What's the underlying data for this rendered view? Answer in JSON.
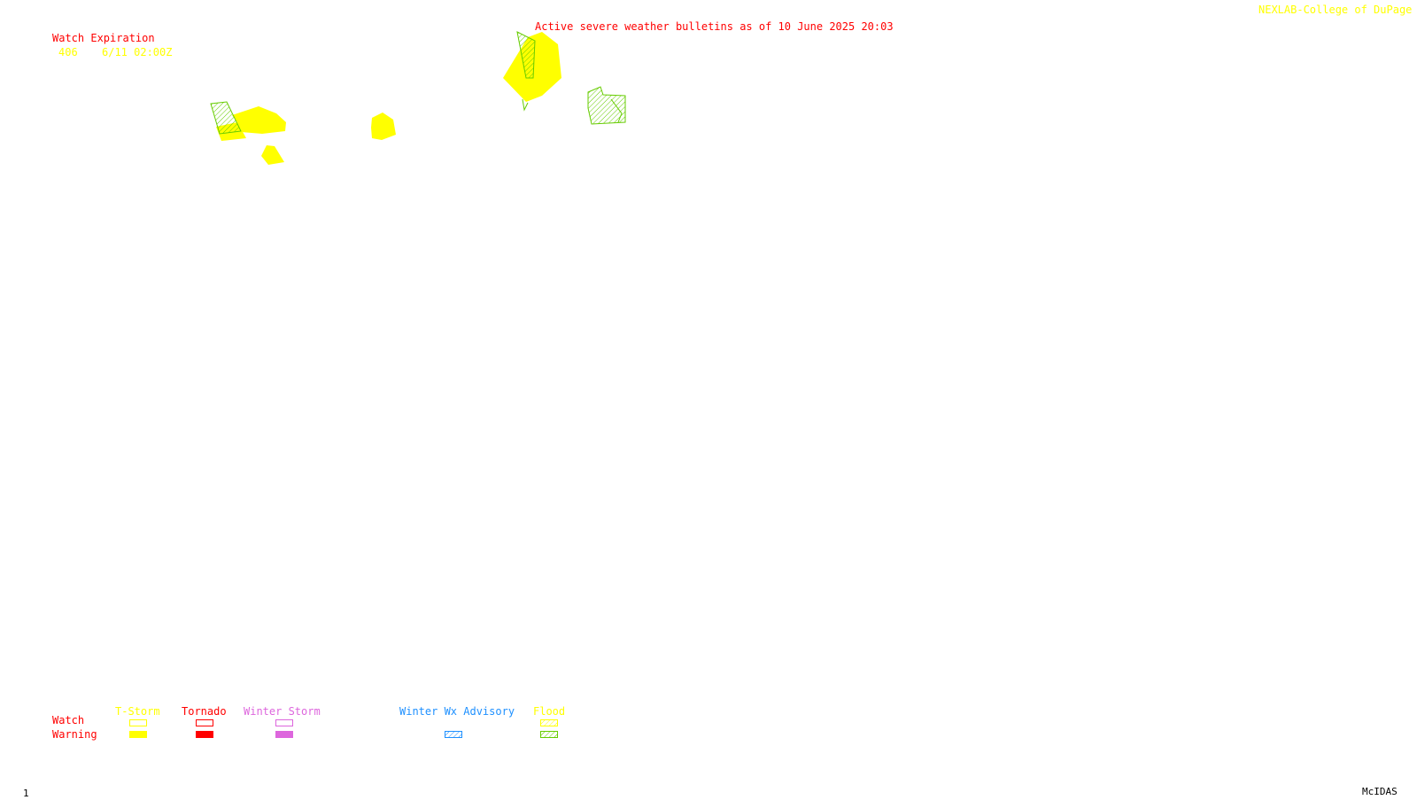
{
  "header": {
    "credit": "NEXLAB-College of DuPage R",
    "bulletin_title": "Active severe weather bulletins as of 10 June 2025 20:03"
  },
  "watch_expiration": {
    "title": "Watch Expiration",
    "entries": [
      {
        "number": "406",
        "expires": "6/11 02:00Z"
      }
    ]
  },
  "legend": {
    "row_labels": {
      "watch": "Watch",
      "warning": "Warning"
    },
    "categories": [
      {
        "key": "tstorm",
        "label": "T-Storm",
        "color": "#ffff00",
        "watch_style": "outline",
        "warning_style": "filled"
      },
      {
        "key": "tornado",
        "label": "Tornado",
        "color": "#ff0000",
        "watch_style": "outline",
        "warning_style": "filled"
      },
      {
        "key": "winter",
        "label": "Winter Storm",
        "color": "#dd66dd",
        "watch_style": "outline",
        "warning_style": "filled"
      },
      {
        "key": "winterwx",
        "label": "Winter Wx Advisory",
        "color": "#1e90ff",
        "watch_style": "none",
        "warning_style": "hatched"
      },
      {
        "key": "flood",
        "label": "Flood",
        "color": "#66cc00",
        "watch_color": "#ffff00",
        "watch_style": "hatched",
        "warning_style": "hatched"
      }
    ]
  },
  "footer": {
    "frame_number": "1",
    "software": "McIDAS"
  },
  "colors": {
    "tstorm_warning": "#ffff00",
    "flood_warning": "#66cc00",
    "title_red": "#ff0000",
    "credit_yellow": "#ffff00"
  }
}
